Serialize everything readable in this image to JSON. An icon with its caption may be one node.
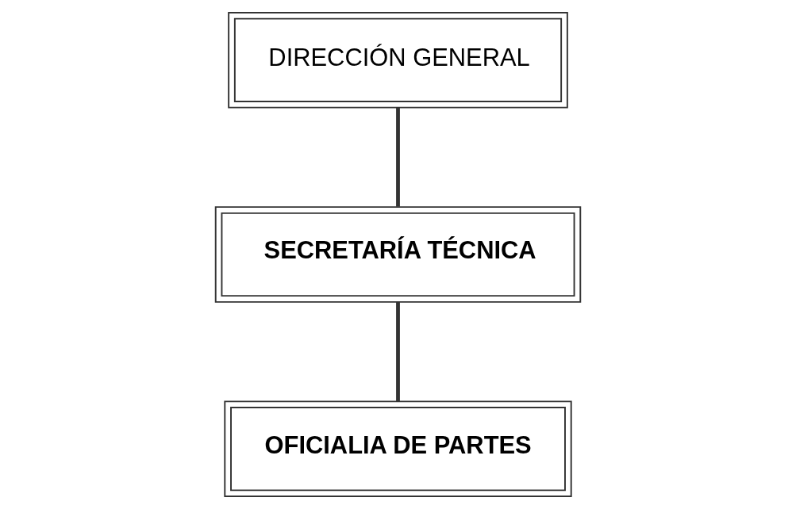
{
  "diagram": {
    "nodes": [
      {
        "text": [
          "DIRECCIÓN GENERAL"
        ]
      },
      {
        "text": [
          "SECRETARÍA TÉCNICA"
        ]
      },
      {
        "text": [
          "OFICIALIA DE PARTES"
        ]
      }
    ],
    "edges": [
      {
        "from": 0,
        "to": 1,
        "arrow": "none"
      },
      {
        "from": 1,
        "to": 2,
        "arrow": "none"
      }
    ]
  }
}
